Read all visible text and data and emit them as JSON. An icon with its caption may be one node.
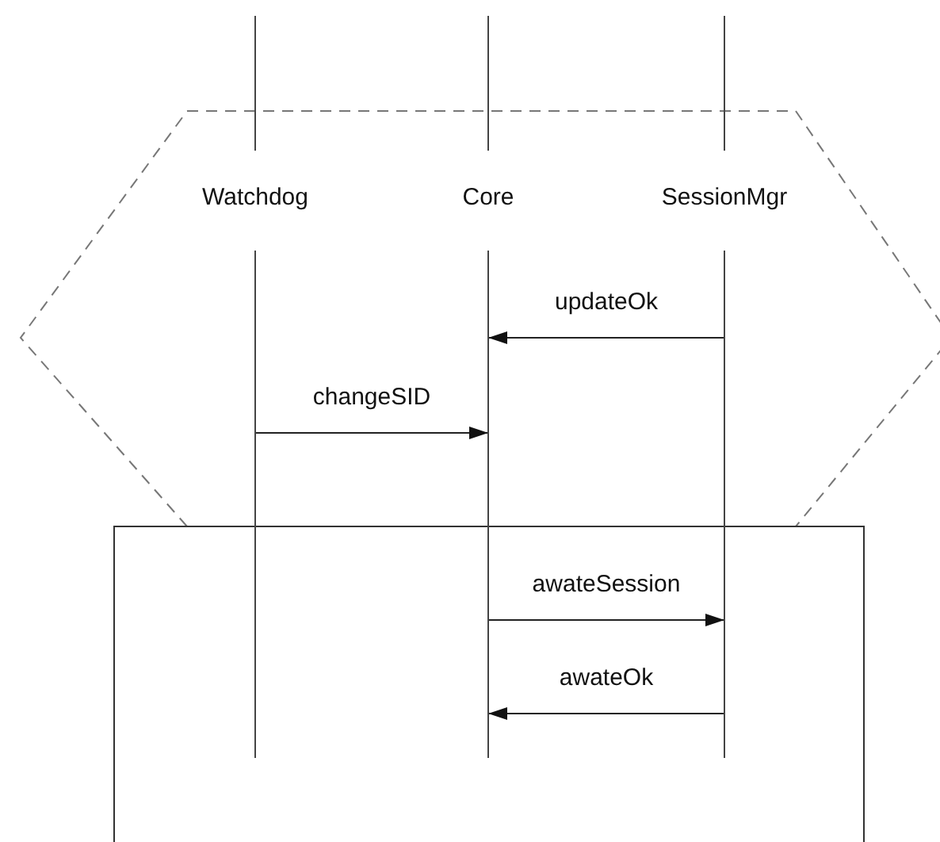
{
  "diagram": {
    "nodes": [
      {
        "text": [
          "Watchdog"
        ]
      },
      {
        "text": [
          "Core"
        ]
      },
      {
        "text": [
          "SessionMgr"
        ]
      }
    ],
    "edges": [
      {
        "from": 2,
        "to": 1,
        "arrow": "to",
        "label": "updateOk"
      },
      {
        "from": 0,
        "to": 1,
        "arrow": "to",
        "label": "changeSID"
      },
      {
        "from": 1,
        "to": 2,
        "arrow": "to",
        "label": "awateSession"
      },
      {
        "from": 2,
        "to": 1,
        "arrow": "to",
        "label": "awateOk"
      }
    ]
  }
}
